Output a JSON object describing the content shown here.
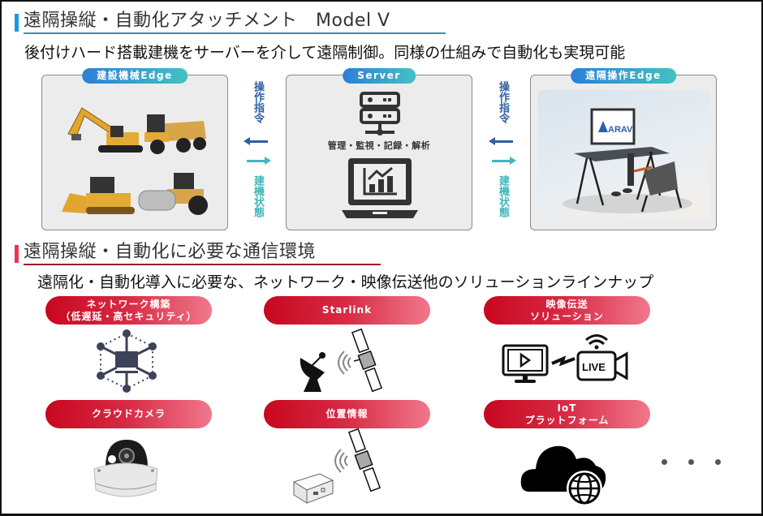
{
  "section1": {
    "title": "遠隔操縦・自動化アタッチメント　Model V",
    "accent_color": "#1a9ae0",
    "subtitle": "後付けハード搭載建機をサーバーを介して遠隔制御。同様の仕組みで自動化も実現可能",
    "panels": [
      {
        "tag": "建設機械Edge",
        "content": "construction-machines-image"
      },
      {
        "tag": "Server",
        "caption": "管理・監視・記録・解析"
      },
      {
        "tag": "遠隔操作Edge",
        "content": "remote-cockpit-image",
        "logo_text": "ARAV"
      }
    ],
    "flows": [
      {
        "command_label": "操作指令",
        "state_label": "建機状態"
      },
      {
        "command_label": "操作指令",
        "state_label": "建機状態"
      }
    ]
  },
  "section2": {
    "title": "遠隔操縦・自動化に必要な通信環境",
    "accent_color": "#e8355a",
    "subtitle": "遠隔化・自動化導入に必要な、ネットワーク・映像伝送他のソリューションラインナップ",
    "solutions": [
      {
        "line1": "ネットワーク構築",
        "line2": "（低遅延・高セキュリティ）",
        "icon": "network-hub-icon"
      },
      {
        "line1": "Starlink",
        "line2": "",
        "icon": "satellite-dish-icon"
      },
      {
        "line1": "映像伝送",
        "line2": "ソリューション",
        "icon": "live-video-icon"
      },
      {
        "line1": "クラウドカメラ",
        "line2": "",
        "icon": "dome-camera-icon"
      },
      {
        "line1": "位置情報",
        "line2": "",
        "icon": "gps-device-icon"
      },
      {
        "line1": "IoT",
        "line2": "プラットフォーム",
        "icon": "cloud-globe-icon"
      }
    ],
    "more_indicator": "・・・"
  }
}
